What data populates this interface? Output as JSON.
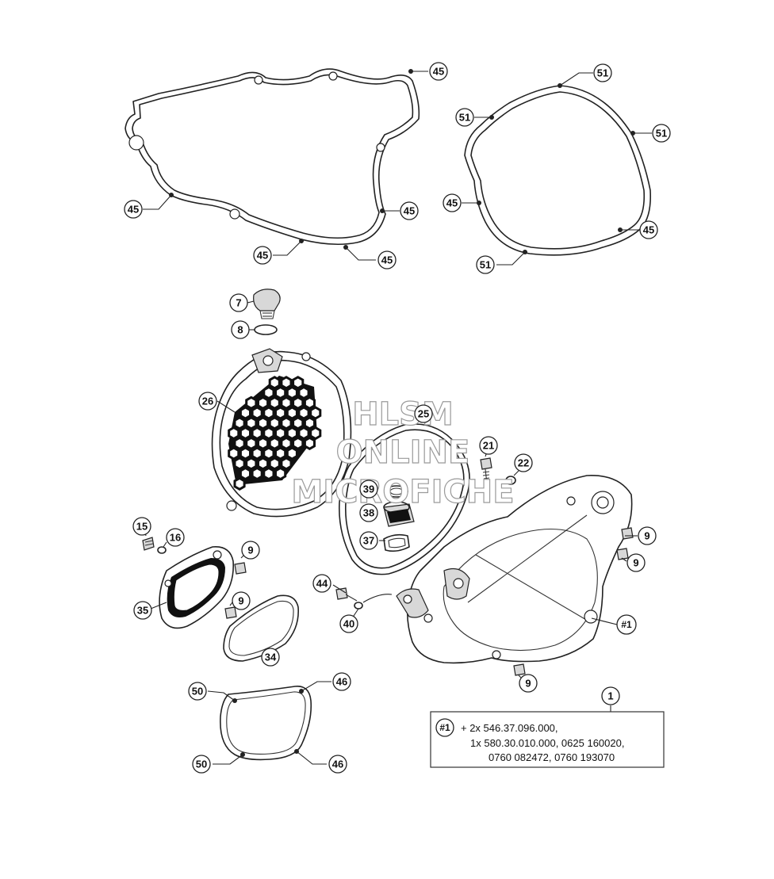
{
  "callouts": {
    "c45a": "45",
    "c45b": "45",
    "c45c": "45",
    "c45d": "45",
    "c45e": "45",
    "c45f": "45",
    "c45g": "45",
    "c51a": "51",
    "c51b": "51",
    "c51c": "51",
    "c51d": "51",
    "c7": "7",
    "c8": "8",
    "c26": "26",
    "c25": "25",
    "c21": "21",
    "c22": "22",
    "c39": "39",
    "c38": "38",
    "c37": "37",
    "c15": "15",
    "c16": "16",
    "c9a": "9",
    "c9b": "9",
    "c9c": "9",
    "c9d": "9",
    "c9e": "9",
    "c35": "35",
    "c34": "34",
    "c44": "44",
    "c40": "40",
    "c1ref": "#1",
    "c50a": "50",
    "c50b": "50",
    "c46a": "46",
    "c46b": "46",
    "c1": "1"
  },
  "note": {
    "ref": "#1",
    "line1": "+ 2x 546.37.096.000,",
    "line2": "1x 580.30.010.000, 0625 160020,",
    "line3": "0760 082472, 0760 193070"
  },
  "watermark": {
    "line1": "HLSM",
    "line2": "ONLINE",
    "line3": "MICROFICHE"
  }
}
